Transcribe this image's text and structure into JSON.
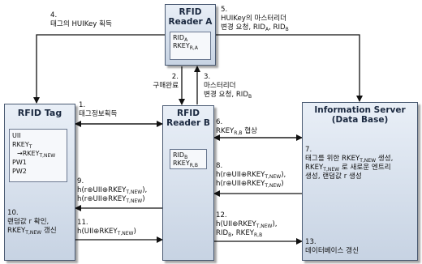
{
  "boxes": {
    "reader_a": {
      "title_line1": "RFID",
      "title_line2": "Reader A",
      "inner_line1": "RID",
      "inner_line1_sub": "A",
      "inner_line2": "RKEY",
      "inner_line2_sub": "R,A"
    },
    "tag": {
      "title": "RFID Tag",
      "inner": [
        "UII",
        "RKEY",
        "→RKEY",
        "PW1",
        "PW2"
      ],
      "sub_t": "T",
      "sub_tnew": "T,NEW"
    },
    "reader_b": {
      "title_line1": "RFID",
      "title_line2": "Reader B",
      "inner_line1": "RID",
      "inner_line1_sub": "B",
      "inner_line2": "RKEY",
      "inner_line2_sub": "R,B"
    },
    "server": {
      "title_line1": "Information Server",
      "title_line2": "(Data Base)"
    }
  },
  "steps": {
    "s1": {
      "num": "1.",
      "text": "태그정보획득"
    },
    "s2": {
      "num": "2.",
      "text": "구매완료"
    },
    "s3": {
      "num": "3.",
      "text1": "마스터리더",
      "text2": "변경 요청, RID",
      "text2_sub": "B"
    },
    "s4": {
      "num": "4.",
      "text": "태그의 HUIKey 획득"
    },
    "s5": {
      "num": "5.",
      "text1": "HUIKey의 마스터리더",
      "text2": "변경 요청, RID",
      "sub_a": "A",
      "sep": ", RID",
      "sub_b": "B"
    },
    "s6": {
      "num": "6.",
      "text": "RKEY",
      "sub": "R,B",
      "tail": " 협상"
    },
    "s7": {
      "num": "7.",
      "l1": "태그를 위한 RKEY",
      "l1_sub": "T,NEW",
      "l1_tail": " 생성,",
      "l2": "RKEY",
      "l2_sub": "T,NEW",
      "l2_tail": " 로 새로운 엔트리",
      "l3": "생성, 랜덤값 r 생성"
    },
    "s8": {
      "num": "8.",
      "l1": "h(r⊕UII⊕RKEY",
      "l1_sub": "T,NEW",
      "l1_tail": "),",
      "l2": "h(r⊕UII⊕RKEY",
      "l2_sub": "T,NEW",
      "l2_tail": ")"
    },
    "s9": {
      "num": "9.",
      "l1": "h(r⊕UII⊕RKEY",
      "l1_sub": "T,NEW",
      "l1_tail": "),",
      "l2": "h(r⊕UII⊕RKEY",
      "l2_sub": "T,NEW",
      "l2_tail": ")"
    },
    "s10": {
      "num": "10.",
      "l1": "랜덤값 r 확인,",
      "l2": "RKEY",
      "l2_sub": "T,NEW",
      "l2_tail": " 갱신"
    },
    "s11": {
      "num": "11.",
      "l1": "h(UII⊕RKEY",
      "l1_sub": "T,NEW",
      "l1_tail": ")"
    },
    "s12": {
      "num": "12.",
      "l1": "h(UII⊕RKEY",
      "l1_sub": "T,NEW",
      "l1_tail": "),",
      "l2": "RID",
      "l2_sub": "B",
      "l2_mid": ", RKEY",
      "l2_sub2": "R,B"
    },
    "s13": {
      "num": "13.",
      "text": "데이터베이스 갱신"
    }
  },
  "colors": {
    "arrow": "#111111",
    "box_border": "#4a5a72",
    "box_fill": "#c7d3e3"
  }
}
